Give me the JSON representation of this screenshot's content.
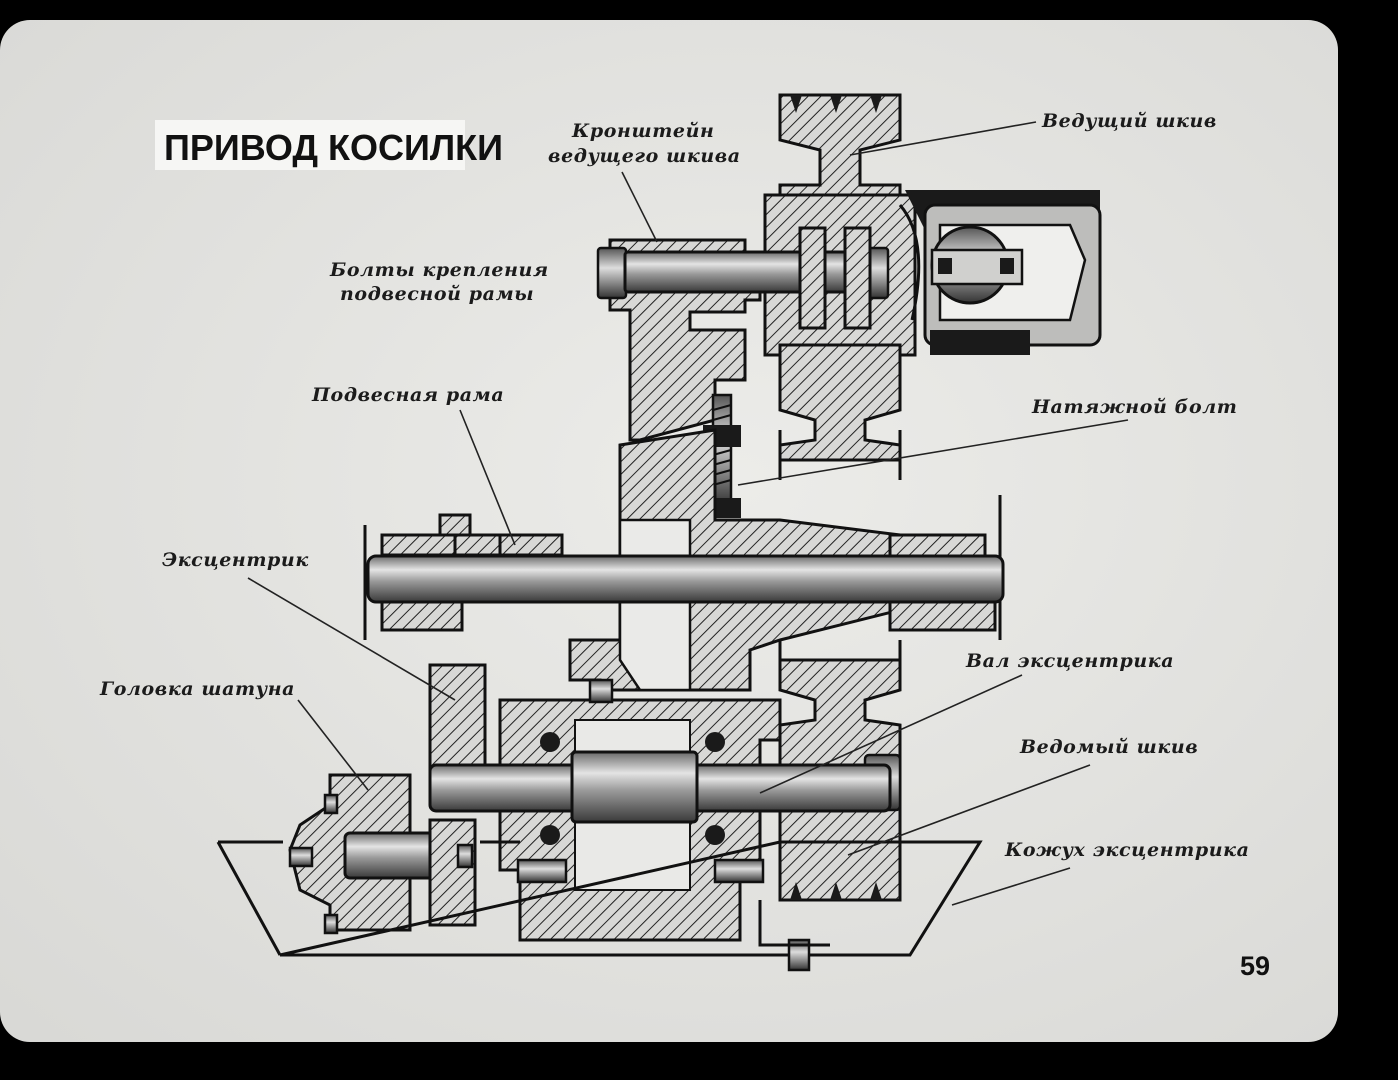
{
  "title": "ПРИВОД КОСИЛКИ",
  "page_number": "59",
  "labels": {
    "bracket_line1": "Кронштейн",
    "bracket_line2": "ведущего шкива",
    "drive_pulley": "Ведущий шкив",
    "bolts_line1": "Болты крепления",
    "bolts_line2": "подвесной рамы",
    "hanging_frame": "Подвесная рама",
    "tension_bolt": "Натяжной болт",
    "eccentric": "Эксцентрик",
    "rod_head": "Головка шатуна",
    "eccentric_shaft": "Вал эксцентрика",
    "driven_pulley": "Ведомый шкив",
    "eccentric_cover": "Кожух эксцентрика"
  },
  "colors": {
    "background": "#000000",
    "paper": "#e7e7e5",
    "ink": "#111111"
  }
}
